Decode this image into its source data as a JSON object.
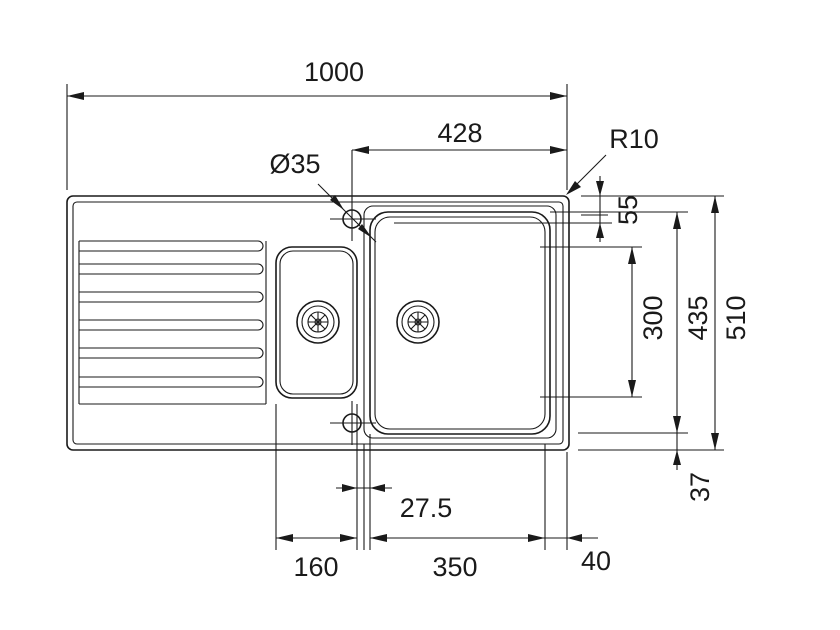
{
  "dimensions": {
    "overall_width": "1000",
    "main_bowl_offset": "428",
    "corner_radius": "R10",
    "tap_hole_diameter": "Ø35",
    "edge_margin": "55",
    "bowl_depth": "300",
    "bowl_outer_depth": "435",
    "overall_depth": "510",
    "front_margin": "37",
    "bowl_gap": "27.5",
    "small_bowl_width": "160",
    "main_bowl_width": "350",
    "right_margin": "40"
  }
}
